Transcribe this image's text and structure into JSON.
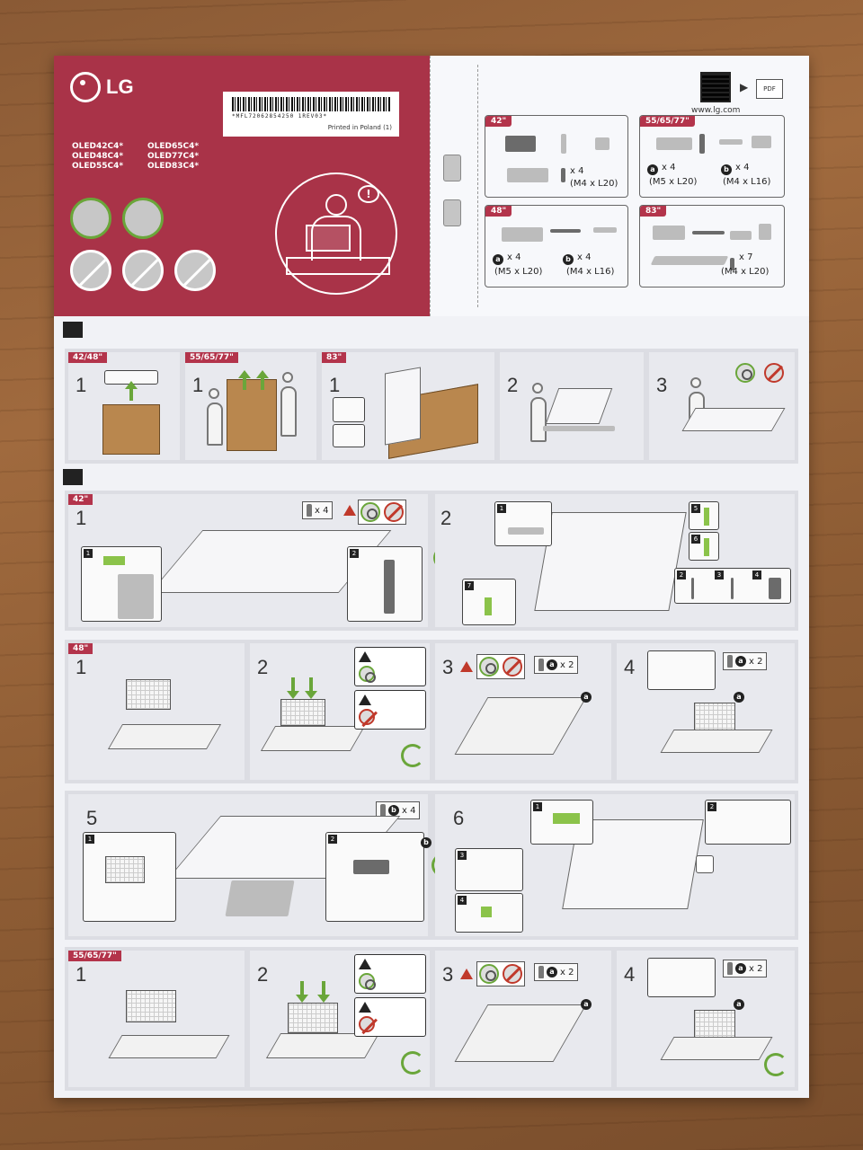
{
  "header": {
    "brand": "LG",
    "barcode_text": "*MFL72062854250 1REV03*",
    "printed": "Printed in Poland (1)",
    "models": [
      "OLED42C4*",
      "OLED65C4*",
      "OLED48C4*",
      "OLED77C4*",
      "OLED55C4*",
      "OLED83C4*"
    ],
    "warning_mark": "!",
    "url": "www.lg.com",
    "pdf_label": "PDF",
    "qr_arrow": "▶"
  },
  "parts": {
    "box42": {
      "tag": "42\"",
      "count": "x 4",
      "spec": "(M4 x L20)"
    },
    "box55": {
      "tag": "55/65/77\"",
      "a_count": "x 4",
      "a_spec": "(M5 x L20)",
      "b_count": "x 4",
      "b_spec": "(M4 x L16)",
      "a": "a",
      "b": "b"
    },
    "box48": {
      "tag": "48\"",
      "a_count": "x 4",
      "a_spec": "(M5 x L20)",
      "b_count": "x 4",
      "b_spec": "(M4 x L16)",
      "a": "a",
      "b": "b"
    },
    "box83": {
      "tag": "83\"",
      "count": "x 7",
      "spec": "(M4 x L20)"
    }
  },
  "unpack": {
    "tag_4248": "42/48\"",
    "tag_55": "55/65/77\"",
    "tag_83": "83\"",
    "steps": [
      "1",
      "1",
      "1",
      "2",
      "3"
    ]
  },
  "s42": {
    "tag": "42\"",
    "step1": "1",
    "step2": "2",
    "screws": "x 4",
    "insets": [
      "1",
      "2",
      "1",
      "5",
      "6",
      "7",
      "2",
      "3",
      "4"
    ]
  },
  "s48": {
    "tag": "48\"",
    "steps": [
      "1",
      "2",
      "3",
      "4",
      "5",
      "6"
    ],
    "a": "a",
    "b": "b",
    "a_x2": "x 2",
    "b_x4": "x 4",
    "insets": [
      "1",
      "2",
      "1",
      "3",
      "4",
      "2"
    ]
  },
  "s55": {
    "tag": "55/65/77\"",
    "steps": [
      "1",
      "2",
      "3",
      "4"
    ],
    "a": "a",
    "a_x2": "x 2"
  }
}
